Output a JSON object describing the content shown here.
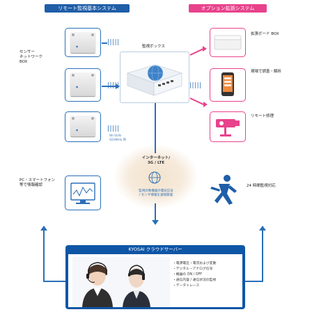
{
  "banners": {
    "left": "リモート監視基本システム",
    "right": "オプション拡張システム"
  },
  "sensor_label": "センサー\nネットワーク\nBOX",
  "monitor_box_label": "監視ボックス",
  "wisun_label": "Wi-SUN\n920MHz 帯",
  "internet_label": "インターネット/\n3G / LTE",
  "cloud_note": "監視対象機器の電気信号\n/ センサ情報を遠隔管理",
  "pc_label": "PC・スマートフォン\n等で情報確認",
  "options": [
    {
      "label": "拡張ボード BOX"
    },
    {
      "label": "現場で調査・解析"
    },
    {
      "label": "リモート修理"
    }
  ],
  "monitoring_label": "24 時間監視対応",
  "server": {
    "title": "KYOSAI クラウドサーバー",
    "bullets": [
      "・電源電圧・電流および変動",
      "・デジタル・アナログ信号",
      "・機器の ON / OFF",
      "・通信内容 / 通信状況の監視",
      "・データトレース"
    ]
  },
  "colors": {
    "blue": "#1f5ea8",
    "pink": "#e8428c",
    "navy": "#0f56a6"
  }
}
